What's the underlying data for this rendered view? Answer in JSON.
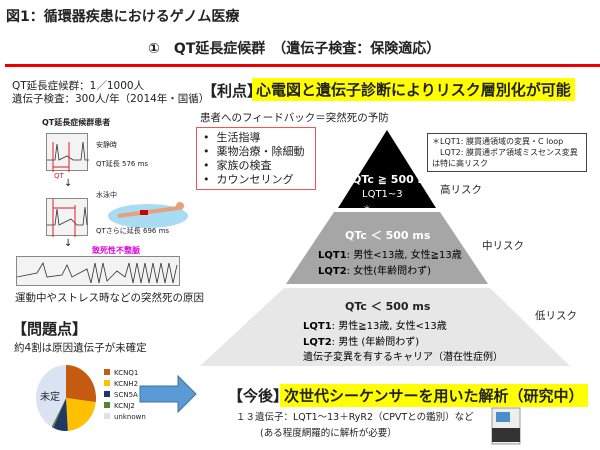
{
  "title": "図1：循環器疾患におけるゲノム医療",
  "subtitle": "①　QT延長症候群　（遺伝子検査：保険適応）",
  "left": {
    "stat1": "QT延長症候群：1／1000人",
    "stat2": "遺伝子検査：300人/年（2014年・国循）",
    "figure_title": "QT延長症候群患者",
    "rest_label": "安静時",
    "qt_rest": "QT延長 576 ms",
    "qt_label": "QT",
    "swim_label": "水泳中",
    "qt_swim": "QTさらに延長 696 ms",
    "arrhythmia": "致死性不整脈",
    "cause": "運動中やストレス時などの突然死の原因"
  },
  "problem": {
    "heading": "【問題点】",
    "text": "約4割は原因遺伝子が未確定",
    "pie_label": "未定",
    "chart_data": {
      "type": "pie",
      "labels": [
        "KCNQ1",
        "KCNH2",
        "SCN5A",
        "KCNJ2",
        "unknown"
      ],
      "values": [
        27,
        22,
        8,
        1,
        42
      ],
      "colors": [
        "#c55a11",
        "#ffc000",
        "#203864",
        "#548235",
        "#dae3f3"
      ]
    }
  },
  "advantage": {
    "heading": "【利点】",
    "highlight": "心電図と遺伝子診断によりリスク層別化が可能",
    "feedback": "患者へのフィードバック＝突然死の予防",
    "bullets": [
      "生活指導",
      "薬物治療・除細動",
      "家族の検査",
      "カウンセリング"
    ],
    "note": [
      "＊LQT1: 膜貫通領域の変異・C loop",
      "LQT2: 膜貫通ポア領域ミスセンス変異",
      "は特に高リスク"
    ]
  },
  "pyramid": {
    "high": {
      "qtc": "QTc ≧ 500 ms",
      "genes": "LQT1~3",
      "risk": "高リスク",
      "star": "＊"
    },
    "mid": {
      "qtc": "QTc ＜ 500 ms",
      "l1": "LQT1",
      "l1t": ": 男性<13歳, 女性≧13歳",
      "l2": "LQT2",
      "l2t": ": 女性(年齢問わず)",
      "risk": "中リスク"
    },
    "low": {
      "qtc": "QTc ＜ 500 ms",
      "l1": "LQT1",
      "l1t": ": 男性≧13歳, 女性<13歳",
      "l2": "LQT2",
      "l2t": ": 男性 (年齢問わず)",
      "l3": "遺伝子変異を有するキャリア（潜在性症例）",
      "risk": "低リスク"
    }
  },
  "future": {
    "heading": "【今後】",
    "highlight": "次世代シーケンサーを用いた解析（研究中）",
    "line1": "１３遺伝子：LQT1～13＋RyR2（CPVTとの鑑別）など",
    "line2": "(ある程度網羅的に解析が必要）"
  }
}
